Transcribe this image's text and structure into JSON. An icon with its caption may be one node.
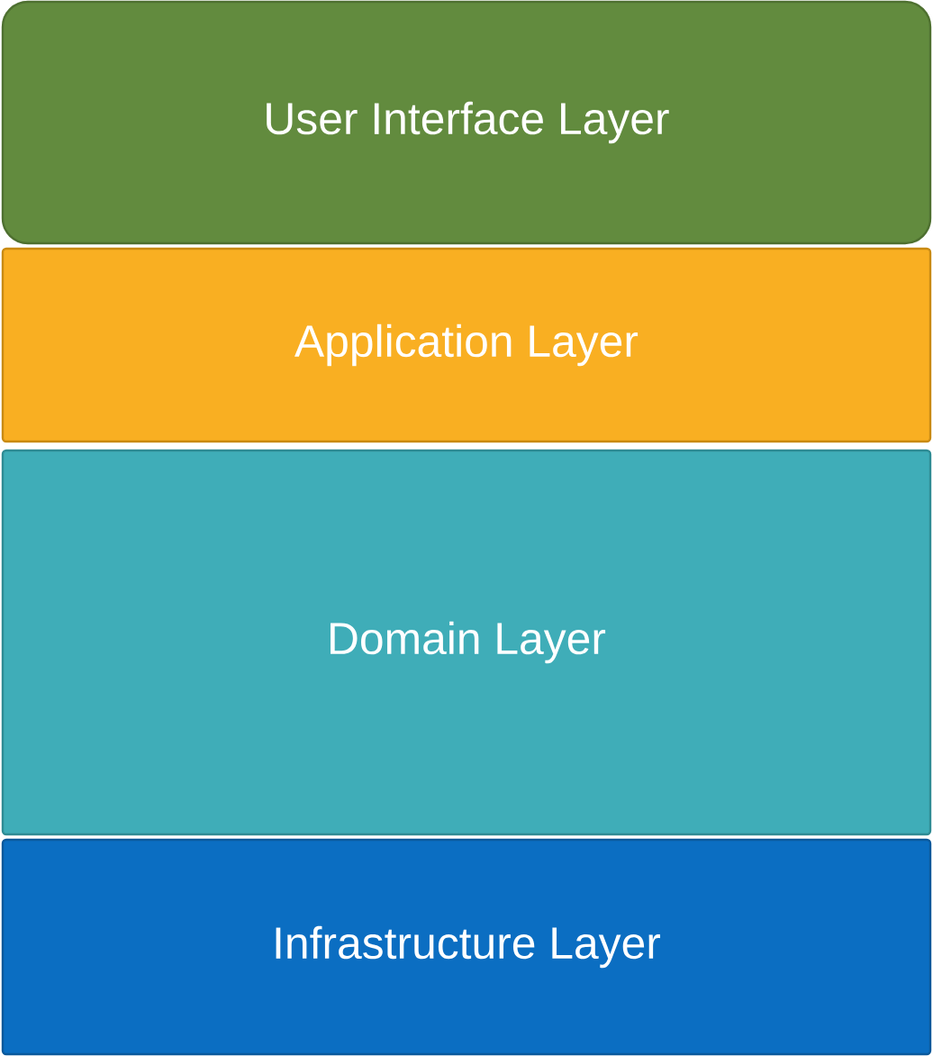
{
  "diagram": {
    "nodes": [
      {
        "text": [
          "User Interface Layer"
        ]
      },
      {
        "text": [
          "Application Layer"
        ]
      },
      {
        "text": [
          "Domain Layer"
        ]
      },
      {
        "text": [
          "Infrastructure Layer"
        ]
      }
    ]
  }
}
